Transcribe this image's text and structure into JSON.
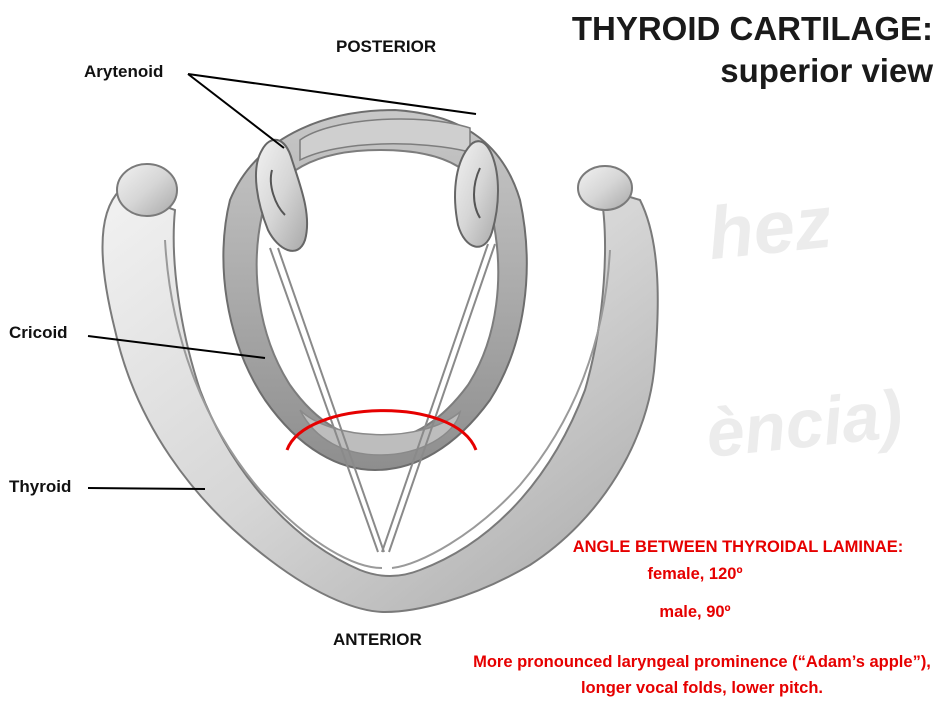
{
  "title": {
    "line1": "THYROID CARTILAGE:",
    "line2": "superior view"
  },
  "orientation": {
    "top": "POSTERIOR",
    "bottom": "ANTERIOR"
  },
  "labels": {
    "arytenoid": "Arytenoid",
    "cricoid": "Cricoid",
    "thyroid": "Thyroid"
  },
  "watermarks": [
    "hez",
    "ència)"
  ],
  "angle_note": {
    "heading": "ANGLE BETWEEN THYROIDAL LAMINAE:",
    "female": "female, 120º",
    "male": "male, 90º",
    "description": "More pronounced laryngeal prominence (“Adam’s apple”), longer vocal folds, lower pitch."
  },
  "colors": {
    "annotation_red": "#e60000",
    "cartilage_fill": "#d9d9d9",
    "cartilage_shade": "#a9a9a9"
  }
}
